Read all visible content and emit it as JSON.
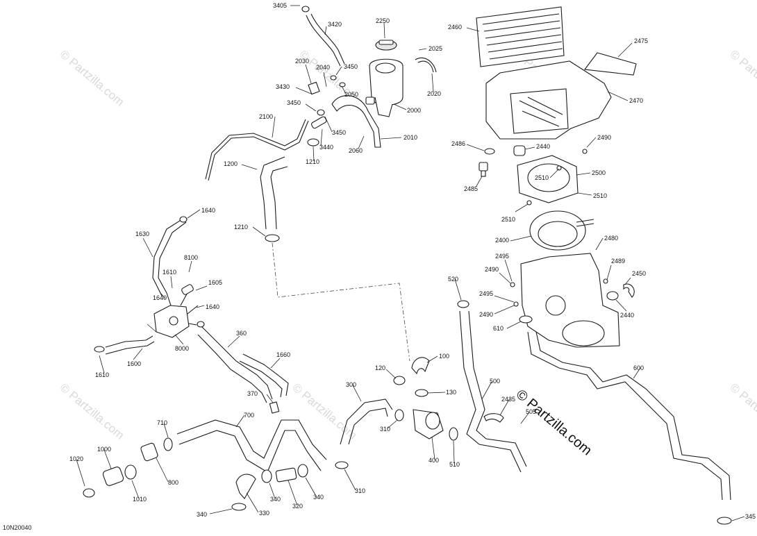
{
  "diagram_code": "10N20040",
  "watermark": {
    "text": "© Partzilla.com",
    "main_text": "© Partzilla.com"
  },
  "part_labels": [
    "3405",
    "3420",
    "2250",
    "2460",
    "2475",
    "2030",
    "2040",
    "3450",
    "2025",
    "3430",
    "2050",
    "2020",
    "3450",
    "2000",
    "2470",
    "2100",
    "3450",
    "3440",
    "2060",
    "2010",
    "2490",
    "2486",
    "2440",
    "1210",
    "1200",
    "2500",
    "2510",
    "2485",
    "2510",
    "1640",
    "2510",
    "1210",
    "1630",
    "2400",
    "2480",
    "8100",
    "2495",
    "2489",
    "1610",
    "1605",
    "2490",
    "2450",
    "520",
    "1640",
    "2495",
    "1640",
    "2490",
    "2440",
    "8000",
    "610",
    "360",
    "1600",
    "1660",
    "100",
    "1610",
    "120",
    "300",
    "500",
    "370",
    "130",
    "2435",
    "600",
    "700",
    "710",
    "310",
    "505",
    "1000",
    "1020",
    "510",
    "400",
    "800",
    "340",
    "1010",
    "340",
    "320",
    "310",
    "330",
    "340",
    "345"
  ],
  "colors": {
    "line": "#1a1a1a",
    "watermark": "#d9d9d9",
    "background": "#ffffff"
  }
}
